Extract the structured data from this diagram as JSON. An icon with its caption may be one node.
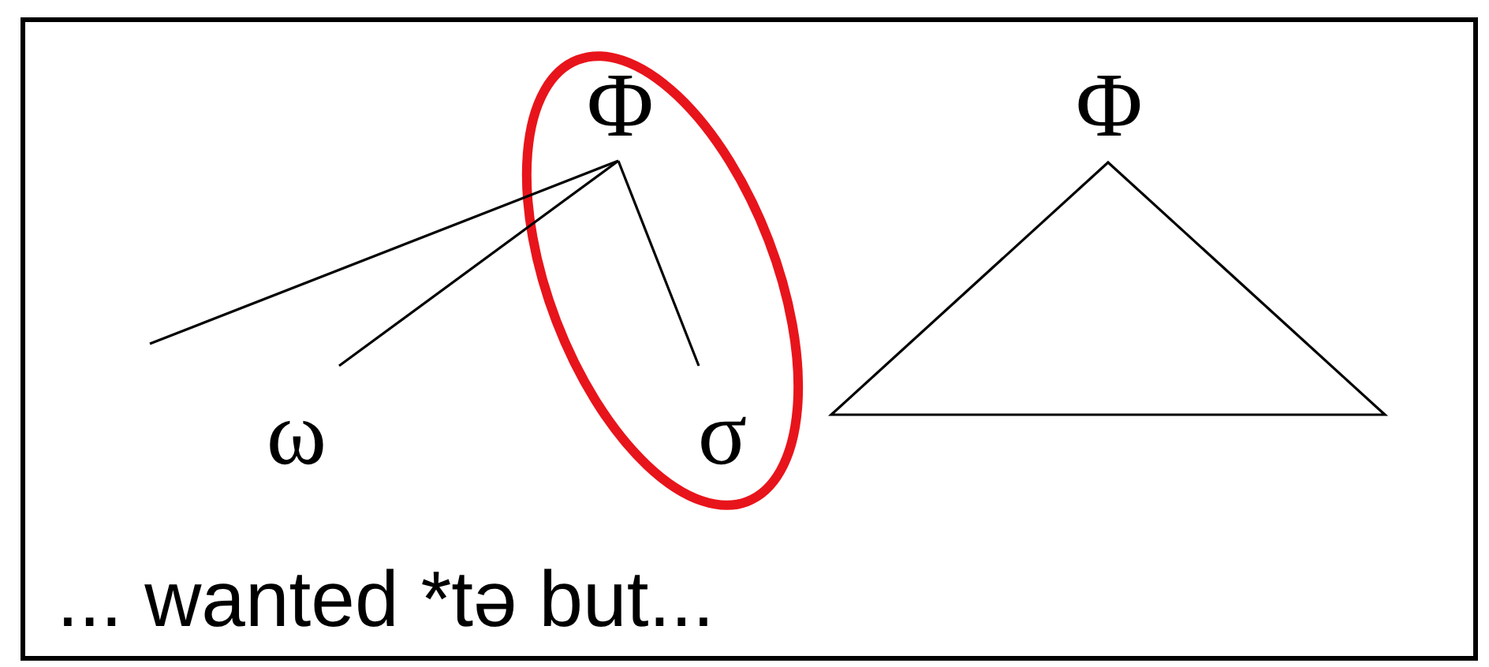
{
  "diagram": {
    "nodes": [
      {
        "text": [
          "Φ"
        ]
      },
      {
        "text": [
          "ω"
        ]
      },
      {
        "text": [
          "σ"
        ]
      },
      {
        "text": [
          "Φ"
        ]
      },
      {
        "text": [],
        "shape": "triangle"
      }
    ],
    "edges": [
      {
        "from": 0,
        "to": null,
        "arrow": "none"
      },
      {
        "from": 0,
        "to": 1,
        "arrow": "none"
      },
      {
        "from": 0,
        "to": 2,
        "arrow": "none"
      }
    ],
    "labels": [
      "... wanted *tə but..."
    ]
  }
}
